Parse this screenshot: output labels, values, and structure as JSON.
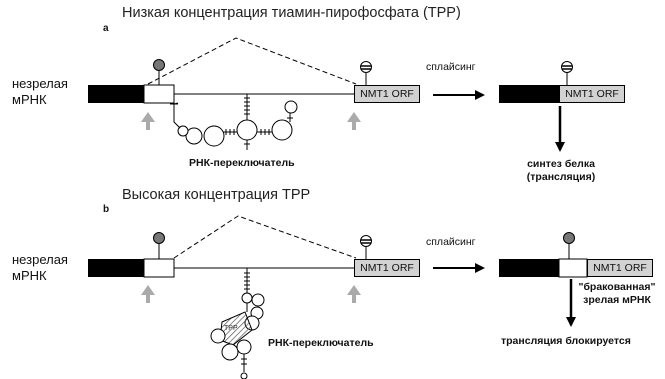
{
  "panel_a": {
    "letter": "a",
    "title": "Низкая концентрация тиамин-пирофосфата (ТРР)",
    "left_label_line1": "незрелая",
    "left_label_line2": "мРНК",
    "orf_label": "NMT1 ORF",
    "splicing_label": "сплайсинг",
    "riboswitch_label": "РНК-переключатель",
    "result_orf_label": "NMT1 ORF",
    "outcome_line1": "синтез белка",
    "outcome_line2": "(трансляция)"
  },
  "panel_b": {
    "letter": "b",
    "title": "Высокая концентрация ТРР",
    "left_label_line1": "незрелая",
    "left_label_line2": "мРНК",
    "orf_label": "NMT1 ORF",
    "splicing_label": "сплайсинг",
    "riboswitch_label": "РНК-переключатель",
    "ligand_label": "TPP",
    "result_orf_label": "NMT1 ORF",
    "defective_line1": "\"бракованная\"",
    "defective_line2": "зрелая мРНК",
    "outcome": "трансляция блокируется"
  }
}
